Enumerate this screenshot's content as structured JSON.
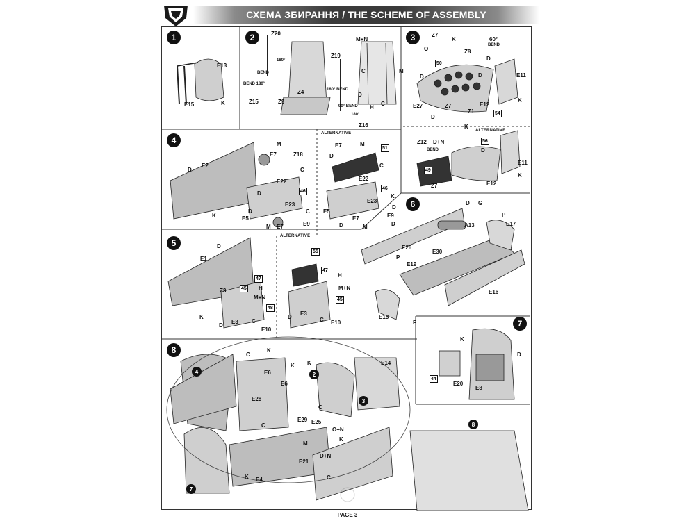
{
  "header": {
    "title": "СХЕМА ЗБИРАННЯ / THE SCHEME OF ASSEMBLY"
  },
  "footer": {
    "page": "PAGE 3"
  },
  "alternative": "ALTERNATIVE",
  "steps": [
    "1",
    "2",
    "3",
    "4",
    "5",
    "6",
    "7",
    "8"
  ],
  "step1": {
    "labels": [
      "E13",
      "E15",
      "K"
    ]
  },
  "step2": {
    "labels": [
      "Z20",
      "180°",
      "BEND",
      "Z4",
      "BEND 180°",
      "Z15",
      "Z9",
      "Z19",
      "180° BEND",
      "90° BEND",
      "180°",
      "Z16",
      "M+N",
      "M",
      "C",
      "H",
      "C",
      "D"
    ]
  },
  "step3": {
    "labels": [
      "Z7",
      "K",
      "O",
      "Z8",
      "60°",
      "BEND",
      "50",
      "D",
      "D",
      "D",
      "E11",
      "K",
      "E12",
      "Z1",
      "54",
      "E27",
      "Z7",
      "D",
      "K",
      "D+N",
      "Z12",
      "BEND",
      "56",
      "D",
      "E11",
      "K",
      "49",
      "E12",
      "Z7"
    ]
  },
  "step4": {
    "labels": [
      "E2",
      "D",
      "K",
      "E7",
      "M",
      "Z18",
      "C",
      "E22",
      "46",
      "D",
      "E23",
      "D",
      "E5",
      "M",
      "C",
      "E7",
      "E9",
      "E7",
      "M",
      "D",
      "51",
      "C",
      "E22",
      "46",
      "K",
      "E23",
      "D",
      "E5",
      "E7",
      "D",
      "M",
      "E9",
      "D"
    ]
  },
  "step5": {
    "labels": [
      "E1",
      "D",
      "Z3",
      "47",
      "H",
      "M+N",
      "45",
      "K",
      "E3",
      "48",
      "D",
      "C",
      "E10",
      "55",
      "47",
      "H",
      "M+N",
      "45",
      "E3",
      "D",
      "C",
      "E10"
    ]
  },
  "step6": {
    "labels": [
      "D",
      "G",
      "P",
      "A13",
      "E17",
      "E26",
      "E30",
      "P",
      "E19",
      "E16",
      "E18",
      "P"
    ]
  },
  "step7": {
    "labels": [
      "K",
      "D",
      "44",
      "E20",
      "E8"
    ]
  },
  "step8": {
    "labels": [
      "4",
      "C",
      "K",
      "E6",
      "K",
      "2",
      "E6",
      "K",
      "E14",
      "E28",
      "3",
      "C",
      "E29",
      "E25",
      "C",
      "O+N",
      "K",
      "M",
      "D+N",
      "E21",
      "K",
      "C",
      "E4",
      "7",
      "8"
    ]
  }
}
